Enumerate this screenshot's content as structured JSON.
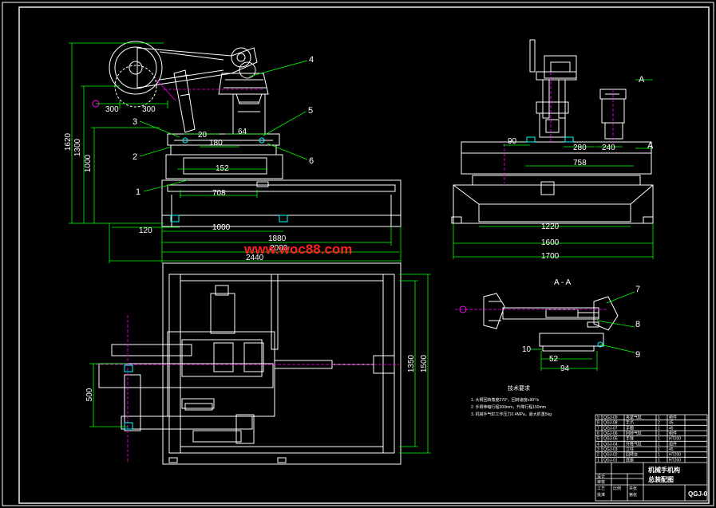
{
  "colors": {
    "background": "#000000",
    "outline": "#ffffff",
    "dimension": "#00ff00",
    "leader": "#00ff00",
    "hidden": "#ff00ff",
    "watermark": "#ff2020",
    "accent_cyan": "#00ffff"
  },
  "watermark": "www.woc88.com",
  "front_view": {
    "dimensions": {
      "h1620": "1620",
      "h1300": "1300",
      "h1000": "1000",
      "d300a": "300",
      "d300b": "300",
      "d20": "20",
      "d64": "64",
      "d180": "180",
      "d152": "152",
      "d708": "708",
      "d120": "120",
      "d1000": "1000",
      "d1880": "1880",
      "d2000": "2000",
      "d2440": "2440"
    },
    "labels": [
      "1",
      "2",
      "3",
      "4",
      "5",
      "6"
    ]
  },
  "side_view": {
    "section_mark": "A",
    "dimensions": {
      "d90": "90",
      "d280": "280",
      "d240": "240",
      "d758": "758",
      "d1220": "1220",
      "d1600": "1600",
      "d1700": "1700"
    }
  },
  "section_aa": {
    "title": "A - A",
    "dimensions": {
      "d10": "10",
      "d52": "52",
      "d94": "94"
    },
    "labels": [
      "7",
      "8",
      "9"
    ]
  },
  "top_view": {
    "dimensions": {
      "d500": "500",
      "d1350": "1350",
      "d1500": "1500"
    }
  },
  "tech_requirements": {
    "title": "技术要求",
    "items": [
      "1. 大臂回转角度270°，回转速度≤90°/s",
      "2. 手臂伸缩行程300mm，升降行程150mm",
      "3. 机械手气缸工作压力0.4MPa，最大抓重5kg"
    ]
  },
  "title_block": {
    "drawing_title_1": "机械手机构",
    "drawing_title_2": "总装配图",
    "drawing_code": "QGJ-0",
    "parts_rows": [
      [
        "9",
        "QGJ-09",
        "夹紧气缸",
        "1",
        "组件"
      ],
      [
        "8",
        "QGJ-08",
        "手爪",
        "2",
        "45"
      ],
      [
        "7",
        "QGJ-07",
        "手腕",
        "1",
        "45"
      ],
      [
        "6",
        "QGJ-06",
        "回转气缸",
        "1",
        "组件"
      ],
      [
        "5",
        "QGJ-05",
        "手臂",
        "1",
        "HT200"
      ],
      [
        "4",
        "QGJ-04",
        "升降气缸",
        "1",
        "组件"
      ],
      [
        "3",
        "QGJ-03",
        "立柱",
        "1",
        "45"
      ],
      [
        "2",
        "QGJ-02",
        "回转台",
        "1",
        "HT200"
      ],
      [
        "1",
        "QGJ-01",
        "底座",
        "1",
        "HT200"
      ]
    ],
    "small_labels": [
      "设计",
      "审核",
      "工艺",
      "批准",
      "比例",
      "共张",
      "第张"
    ]
  }
}
